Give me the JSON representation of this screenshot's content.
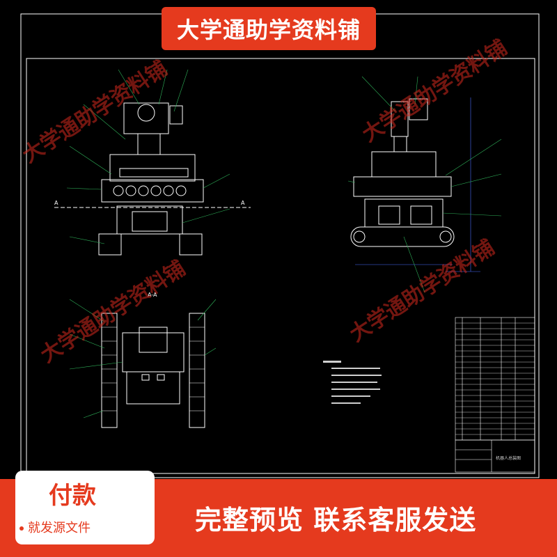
{
  "banner": {
    "title": "大学通助学资料铺"
  },
  "watermark": {
    "text": "大学通助学资料铺"
  },
  "drawing": {
    "section_label_a": "A",
    "section_title": "A-A",
    "title_block_name": "机器人总装图"
  },
  "footer": {
    "pay_title": "付款",
    "pay_sub": "就发源文件",
    "message": "完整预览  联系客服发送"
  },
  "colors": {
    "accent": "#e53a1e",
    "background": "#000000",
    "lines": "#ffffff",
    "leaders": "#2fb35a",
    "dims": "#4a6cff"
  }
}
